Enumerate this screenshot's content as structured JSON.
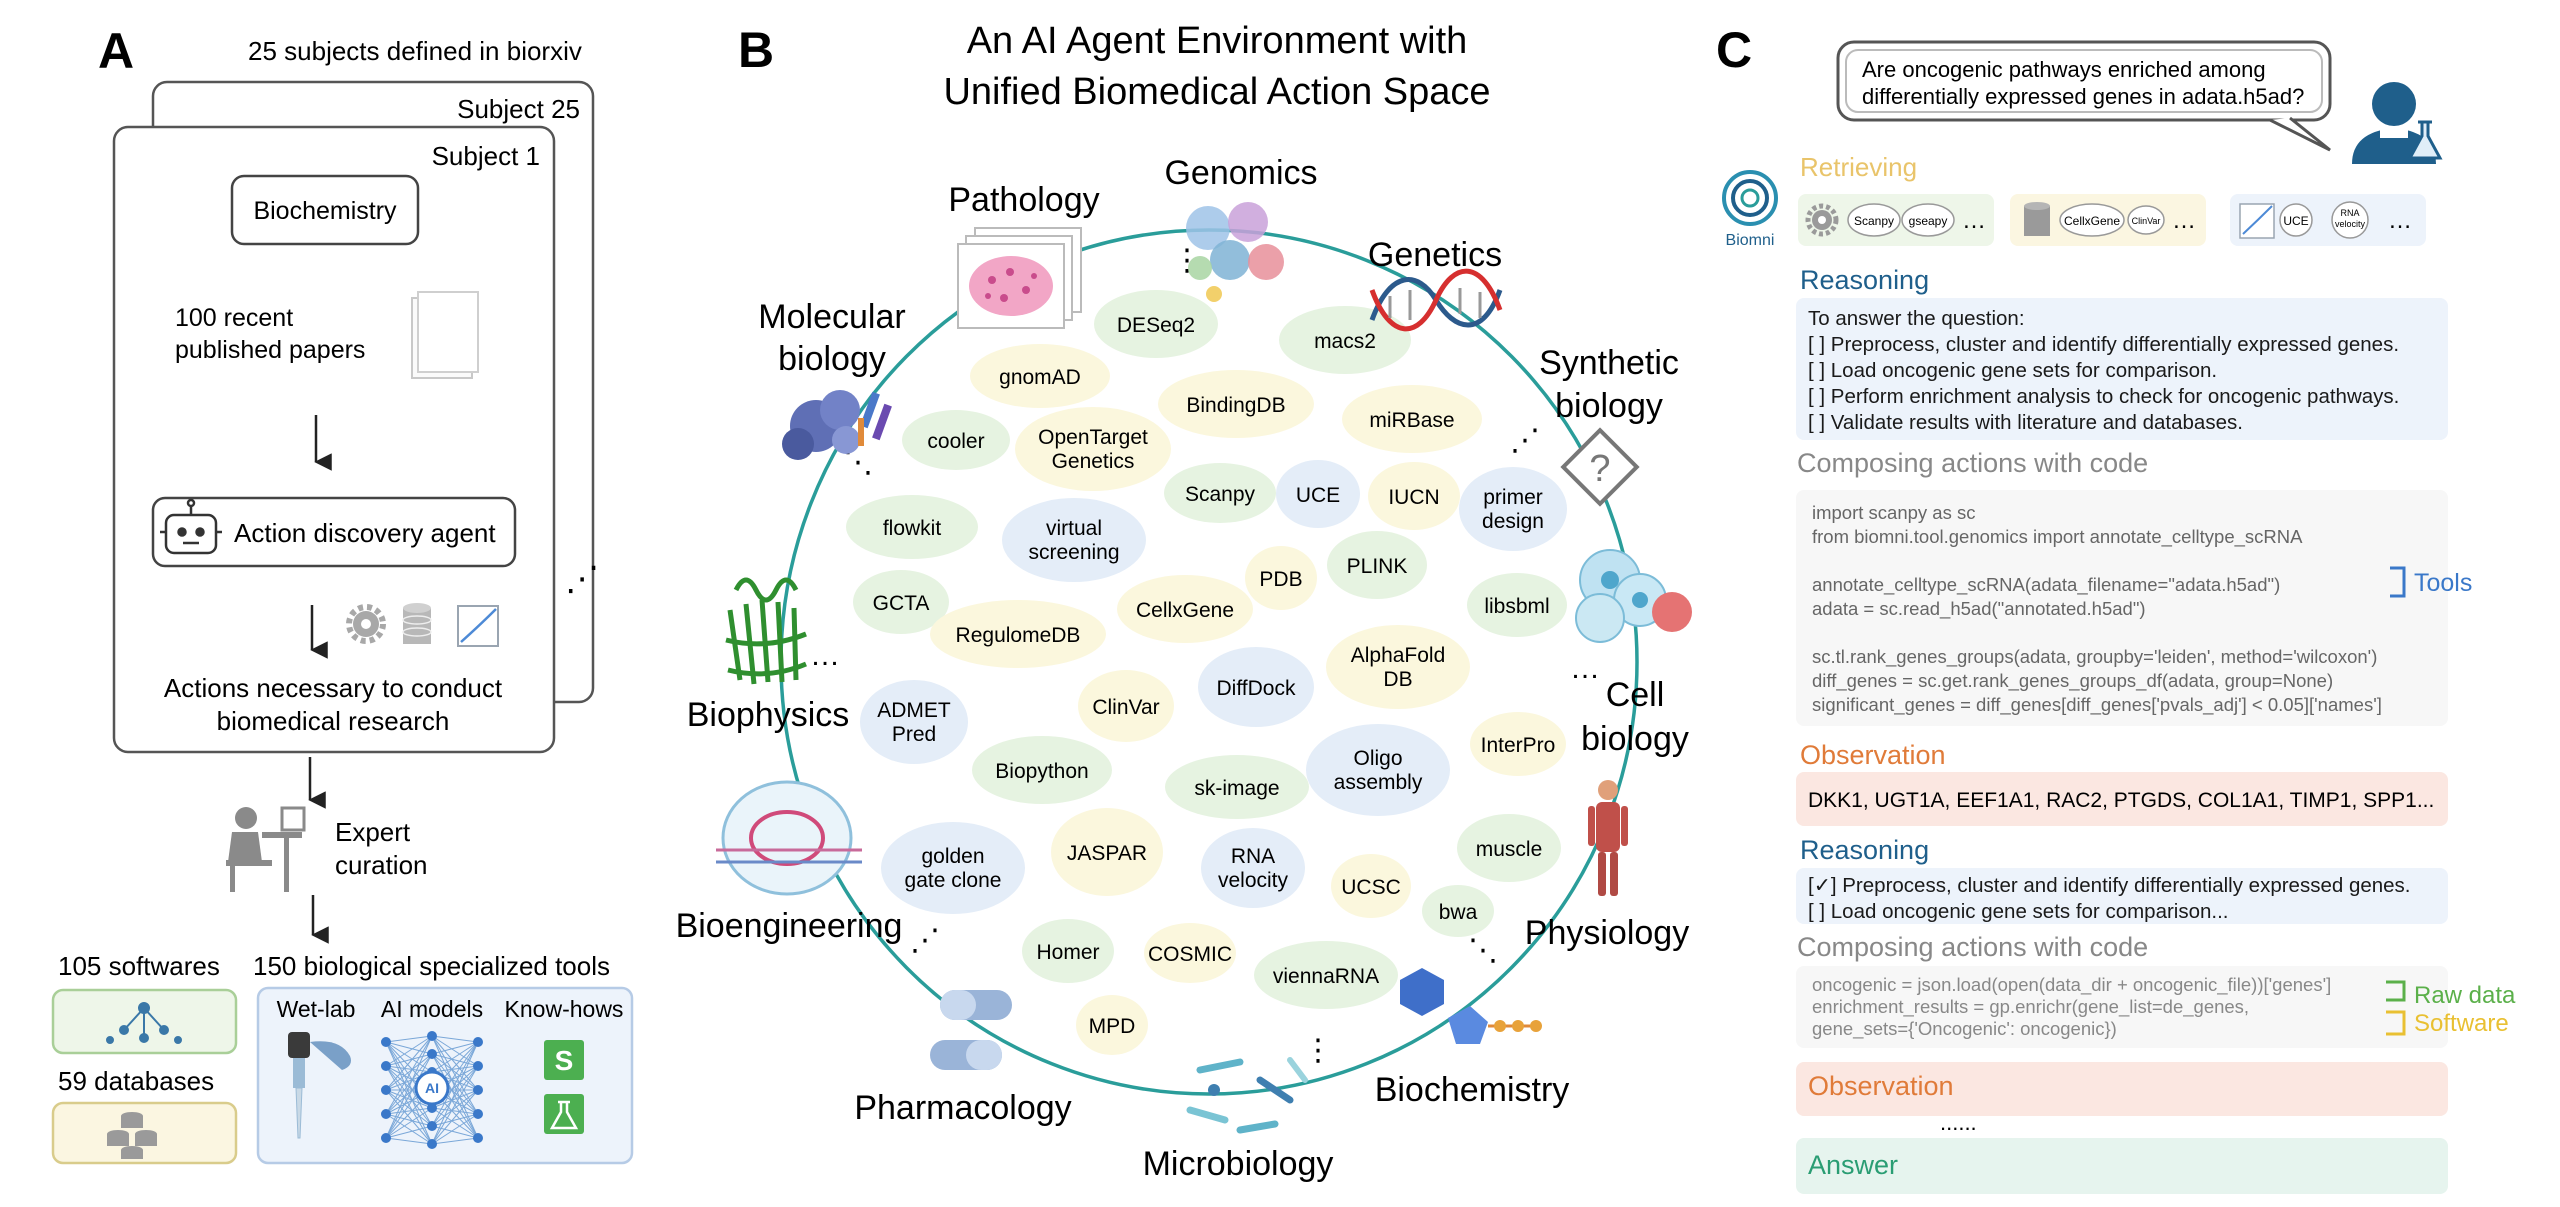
{
  "panel_a": {
    "label": "A",
    "subjects_header": "25 subjects defined in biorxiv",
    "subject_back": "Subject 25",
    "subject_front": "Subject 1",
    "subject_example": "Biochemistry",
    "papers_line1": "100 recent",
    "papers_line2": "published papers",
    "agent_label": "Action discovery agent",
    "actions_line1": "Actions necessary to conduct",
    "actions_line2": "biomedical research",
    "ellipsis": "⋰",
    "expert_line1": "Expert",
    "expert_line2": "curation",
    "softwares_label": "105 softwares",
    "databases_label": "59 databases",
    "tools_label": "150 biological specialized tools",
    "tool_categories": [
      "Wet-lab",
      "AI models",
      "Know-hows"
    ],
    "ai_chip_text": "AI",
    "knowhow_icon_text": "S"
  },
  "panel_b": {
    "label": "B",
    "title_line1": "An AI Agent Environment with",
    "title_line2": "Unified Biomedical Action Space",
    "fields": [
      {
        "line1": "Pathology",
        "line2": ""
      },
      {
        "line1": "Genomics",
        "line2": ""
      },
      {
        "line1": "Genetics",
        "line2": ""
      },
      {
        "line1": "Molecular",
        "line2": "biology"
      },
      {
        "line1": "Synthetic",
        "line2": "biology"
      },
      {
        "line1": "Biophysics",
        "line2": ""
      },
      {
        "line1": "Cell",
        "line2": "biology"
      },
      {
        "line1": "Bioengineering",
        "line2": ""
      },
      {
        "line1": "Physiology",
        "line2": ""
      },
      {
        "line1": "Pharmacology",
        "line2": ""
      },
      {
        "line1": "Biochemistry",
        "line2": ""
      },
      {
        "line1": "Microbiology",
        "line2": ""
      }
    ],
    "ellipsis_h": "…",
    "ellipsis_v": "⋮",
    "ellipsis_d": "⋱",
    "ellipsis_u": "⋰",
    "tools": [
      {
        "l1": "DESeq2",
        "l2": "",
        "c": "green"
      },
      {
        "l1": "macs2",
        "l2": "",
        "c": "green"
      },
      {
        "l1": "gnomAD",
        "l2": "",
        "c": "yellow"
      },
      {
        "l1": "BindingDB",
        "l2": "",
        "c": "yellow"
      },
      {
        "l1": "miRBase",
        "l2": "",
        "c": "yellow"
      },
      {
        "l1": "cooler",
        "l2": "",
        "c": "green"
      },
      {
        "l1": "OpenTarget",
        "l2": "Genetics",
        "c": "yellow"
      },
      {
        "l1": "Scanpy",
        "l2": "",
        "c": "green"
      },
      {
        "l1": "UCE",
        "l2": "",
        "c": "blue"
      },
      {
        "l1": "IUCN",
        "l2": "",
        "c": "yellow"
      },
      {
        "l1": "primer",
        "l2": "design",
        "c": "blue"
      },
      {
        "l1": "flowkit",
        "l2": "",
        "c": "green"
      },
      {
        "l1": "virtual",
        "l2": "screening",
        "c": "blue"
      },
      {
        "l1": "PLINK",
        "l2": "",
        "c": "green"
      },
      {
        "l1": "PDB",
        "l2": "",
        "c": "yellow"
      },
      {
        "l1": "GCTA",
        "l2": "",
        "c": "green"
      },
      {
        "l1": "RegulomeDB",
        "l2": "",
        "c": "yellow"
      },
      {
        "l1": "CellxGene",
        "l2": "",
        "c": "yellow"
      },
      {
        "l1": "libsbml",
        "l2": "",
        "c": "green"
      },
      {
        "l1": "AlphaFold",
        "l2": "DB",
        "c": "yellow"
      },
      {
        "l1": "DiffDock",
        "l2": "",
        "c": "blue"
      },
      {
        "l1": "ADMET",
        "l2": "Pred",
        "c": "blue"
      },
      {
        "l1": "ClinVar",
        "l2": "",
        "c": "yellow"
      },
      {
        "l1": "InterPro",
        "l2": "",
        "c": "yellow"
      },
      {
        "l1": "Oligo",
        "l2": "assembly",
        "c": "blue"
      },
      {
        "l1": "Biopython",
        "l2": "",
        "c": "green"
      },
      {
        "l1": "sk-image",
        "l2": "",
        "c": "green"
      },
      {
        "l1": "muscle",
        "l2": "",
        "c": "green"
      },
      {
        "l1": "golden",
        "l2": "gate clone",
        "c": "blue"
      },
      {
        "l1": "JASPAR",
        "l2": "",
        "c": "yellow"
      },
      {
        "l1": "RNA",
        "l2": "velocity",
        "c": "blue"
      },
      {
        "l1": "UCSC",
        "l2": "",
        "c": "yellow"
      },
      {
        "l1": "bwa",
        "l2": "",
        "c": "green"
      },
      {
        "l1": "Homer",
        "l2": "",
        "c": "green"
      },
      {
        "l1": "COSMIC",
        "l2": "",
        "c": "yellow"
      },
      {
        "l1": "viennaRNA",
        "l2": "",
        "c": "green"
      },
      {
        "l1": "MPD",
        "l2": "",
        "c": "yellow"
      }
    ]
  },
  "panel_c": {
    "label": "C",
    "question_line1": "Are oncogenic pathways enriched among",
    "question_line2": "differentially expressed genes in adata.h5ad?",
    "logo_name": "Biomni",
    "retrieving": "Retrieving",
    "retrieving_tools": [
      "Scanpy",
      "gseapy"
    ],
    "retrieving_dbs": [
      "CellxGene",
      "ClinVar"
    ],
    "retrieving_models": [
      "UCE",
      "RNA velocity"
    ],
    "more": "…",
    "reasoning1_title": "Reasoning",
    "reasoning1_lines": [
      "To answer the question:",
      "[  ] Preprocess, cluster and identify differentially expressed genes.",
      "[  ] Load oncogenic gene sets for comparison.",
      "[  ] Perform enrichment analysis to check for oncogenic pathways.",
      "[  ] Validate results with literature and databases."
    ],
    "compose1_title": "Composing actions with code",
    "code1_lines": [
      "import scanpy as sc",
      "from biomni.tool.genomics import annotate_celltype_scRNA",
      "",
      "annotate_celltype_scRNA(adata_filename=\"adata.h5ad\")",
      "adata = sc.read_h5ad(\"annotated.h5ad\")",
      "",
      "sc.tl.rank_genes_groups(adata, groupby='leiden', method='wilcoxon')",
      "diff_genes = sc.get.rank_genes_groups_df(adata, group=None)",
      "significant_genes = diff_genes[diff_genes['pvals_adj'] < 0.05]['names']"
    ],
    "tools_tag": "Tools",
    "observation1_title": "Observation",
    "observation1_text": "DKK1, UGT1A, EEF1A1, RAC2, PTGDS, COL1A1, TIMP1, SPP1...",
    "reasoning2_title": "Reasoning",
    "reasoning2_lines": [
      "[✓] Preprocess, cluster and identify differentially expressed genes.",
      "[  ] Load oncogenic gene sets for comparison..."
    ],
    "compose2_title": "Composing actions with code",
    "code2_lines": [
      "oncogenic = json.load(open(data_dir + oncogenic_file))['genes']",
      "enrichment_results = gp.enrichr(gene_list=de_genes,",
      "gene_sets={'Oncogenic': oncogenic})"
    ],
    "rawdata_tag": "Raw data",
    "software_tag": "Software",
    "observation2_title": "Observation",
    "dots": "......",
    "answer_title": "Answer"
  },
  "colors": {
    "circle": "#2a9d9a",
    "green_bubble": "#e6f3e1",
    "yellow_bubble": "#fbf7dd",
    "blue_bubble": "#e4edf8",
    "retrieving": "#e9c46a",
    "reasoning": "#1f5f8b",
    "observation": "#e07b39",
    "answer": "#2a9d73",
    "tools_tag": "#3a78c9",
    "rawdata_tag": "#5bb04a",
    "software_tag": "#e9c032"
  }
}
